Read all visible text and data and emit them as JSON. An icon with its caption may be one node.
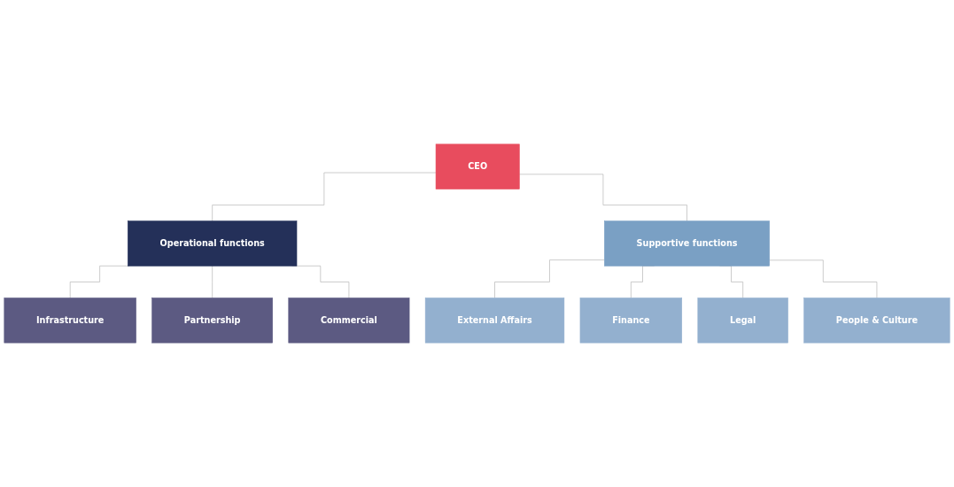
{
  "diagram": {
    "nodes": [
      {
        "text": [
          "CEO"
        ]
      },
      {
        "text": [
          "Operational functions"
        ]
      },
      {
        "text": [
          "Supportive functions"
        ]
      },
      {
        "text": [
          "Infrastructure"
        ]
      },
      {
        "text": [
          "Partnership"
        ]
      },
      {
        "text": [
          "Commercial"
        ]
      },
      {
        "text": [
          "External Affairs"
        ]
      },
      {
        "text": [
          "Finance"
        ]
      },
      {
        "text": [
          "Legal"
        ]
      },
      {
        "text": [
          "People & Culture"
        ]
      }
    ],
    "edges": [
      {
        "from": 0,
        "to": 1,
        "arrow": "none"
      },
      {
        "from": 0,
        "to": 2,
        "arrow": "none"
      },
      {
        "from": 1,
        "to": 3,
        "arrow": "none"
      },
      {
        "from": 1,
        "to": 4,
        "arrow": "none"
      },
      {
        "from": 1,
        "to": 5,
        "arrow": "none"
      },
      {
        "from": 2,
        "to": 6,
        "arrow": "none"
      },
      {
        "from": 2,
        "to": 7,
        "arrow": "none"
      },
      {
        "from": 2,
        "to": 8,
        "arrow": "none"
      },
      {
        "from": 2,
        "to": 9,
        "arrow": "none"
      }
    ]
  }
}
